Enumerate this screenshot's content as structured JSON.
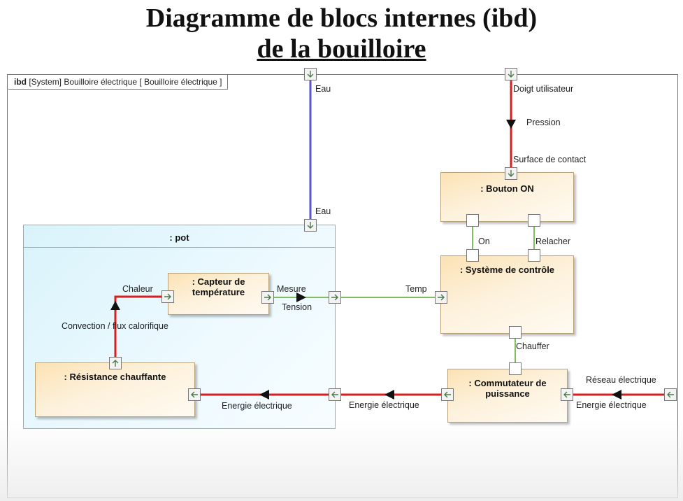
{
  "title": {
    "line1": "Diagramme de blocs internes (ibd)",
    "line2": "de la bouilloire"
  },
  "frame": {
    "kind": "ibd",
    "label": "[System] Bouilloire électrique [ Bouilloire électrique ]"
  },
  "blocks": {
    "pot": ": pot",
    "bouton": ": Bouton ON",
    "controle": ": Système de contrôle",
    "capteur": ": Capteur de\ntempérature",
    "resistance": ": Résistance chauffante",
    "commutateur": ": Commutateur de\npuissance"
  },
  "labels": {
    "eau_top": "Eau",
    "eau_pot": "Eau",
    "doigt": "Doigt utilisateur",
    "pression": "Pression",
    "surface": "Surface de contact",
    "on": "On",
    "relacher": "Relacher",
    "chaleur": "Chaleur",
    "mesure": "Mesure",
    "tension": "Tension",
    "temp": "Temp",
    "convection": "Convection / flux calorifique",
    "chauffer": "Chauffer",
    "reseau": "Réseau électrique",
    "energie1": "Energie électrique",
    "energie2": "Energie électrique",
    "energie3": "Energie électrique"
  },
  "colors": {
    "energy_flow": "#d81f1f",
    "water_flow": "#5a57c9",
    "signal_flow": "#7fbf5f",
    "block_fill": "#fbe2b4",
    "pot_fill": "#d9f3fb"
  }
}
